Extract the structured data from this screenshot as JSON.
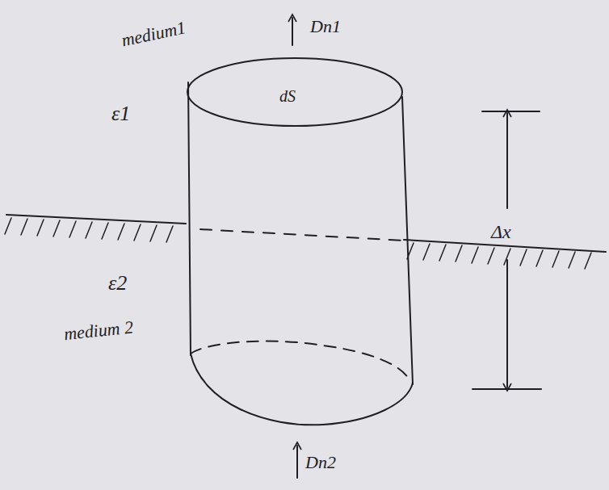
{
  "diagram": {
    "labels": [
      "medium1",
      "ε1",
      "Dn1",
      "dS",
      "Δx",
      "ε2",
      "medium 2",
      "Dn2"
    ]
  }
}
